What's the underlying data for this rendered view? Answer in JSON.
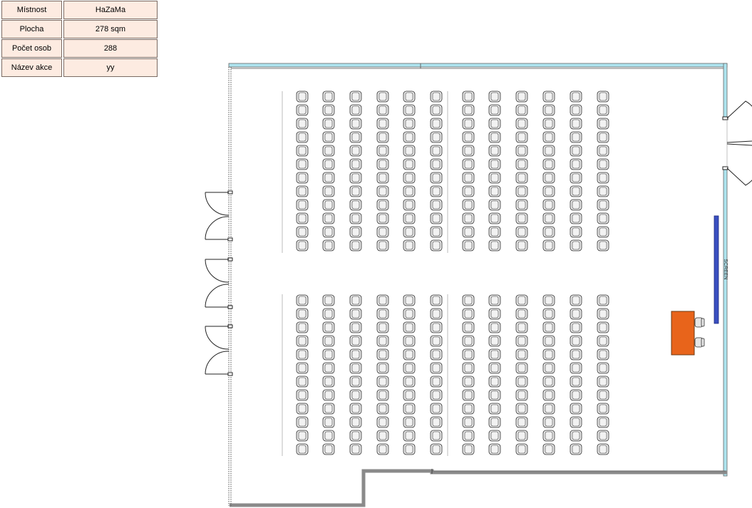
{
  "info_table": {
    "rows": [
      {
        "label": "Místnost",
        "value": "HaZaMa"
      },
      {
        "label": "Plocha",
        "value": "278 sqm"
      },
      {
        "label": "Počet osob",
        "value": "288"
      },
      {
        "label": "Název akce",
        "value": "yy"
      }
    ]
  },
  "floor_plan": {
    "screen_label": "SCREEN",
    "seating": {
      "blocks_per_side": 2,
      "sections": 2,
      "columns_per_block": 6,
      "rows_per_section": 12,
      "total_seats": 288
    },
    "colors": {
      "seat_fill": "#e6e6e6",
      "lectern": "#e8641b",
      "screen": "#3a4fc0",
      "wall_cyan": "#aee4ef",
      "wall_gray": "#8a8a8a"
    }
  }
}
